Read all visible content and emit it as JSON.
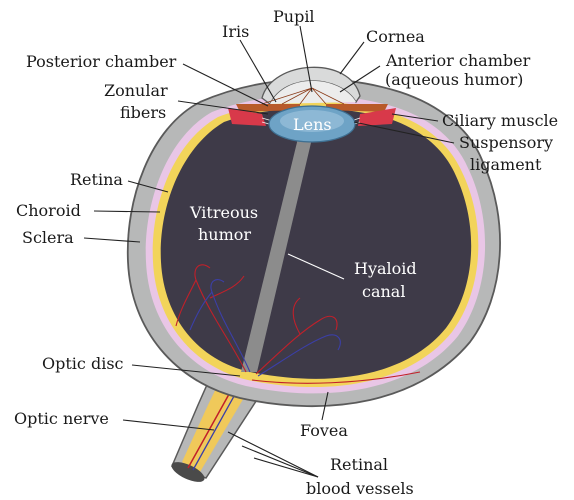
{
  "labels": {
    "pupil": "Pupil",
    "iris": "Iris",
    "cornea": "Cornea",
    "posterior_chamber": "Posterior chamber",
    "anterior_chamber_1": "Anterior chamber",
    "anterior_chamber_2": "(aqueous humor)",
    "zonular_fibers_1": "Zonular",
    "zonular_fibers_2": "fibers",
    "lens": "Lens",
    "ciliary_muscle": "Ciliary muscle",
    "suspensory_ligament_1": "Suspensory",
    "suspensory_ligament_2": "ligament",
    "retina": "Retina",
    "choroid": "Choroid",
    "sclera": "Sclera",
    "vitreous_humor_1": "Vitreous",
    "vitreous_humor_2": "humor",
    "hyaloid_canal_1": "Hyaloid",
    "hyaloid_canal_2": "canal",
    "optic_disc": "Optic disc",
    "optic_nerve": "Optic nerve",
    "fovea": "Fovea",
    "retinal_blood_vessels_1": "Retinal",
    "retinal_blood_vessels_2": "blood vessels"
  },
  "colors": {
    "vitreous": "#3e3a48",
    "sclera": "#b7b8b8",
    "sclera_edge": "#5a5a5a",
    "choroid": "#e9c6e6",
    "retina": "#f2d45a",
    "lens": "#6ea3c6",
    "cornea": "#d9dada",
    "iris": "#b85a2a",
    "ciliary": "#d8394a",
    "canal": "#8c8c8c",
    "optic_nerve": "#f0c95a",
    "artery": "#c1202a",
    "vein": "#3b3fa8"
  }
}
